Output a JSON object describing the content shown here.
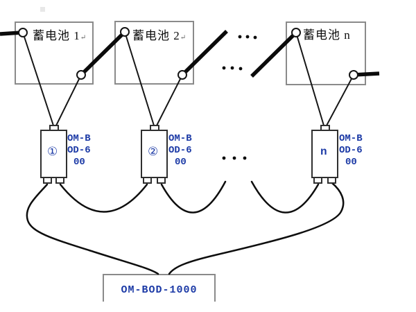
{
  "diagram": {
    "title_hint": "battery monitoring wiring diagram",
    "batteries": [
      {
        "label": "蓄电池 1",
        "mark": "↵"
      },
      {
        "label": "蓄电池 2",
        "mark": "↵"
      },
      {
        "label": "蓄电池 n",
        "mark": ""
      }
    ],
    "collectors": [
      {
        "number": "①",
        "model_lines": [
          "OM-B",
          "OD-6",
          "00"
        ]
      },
      {
        "number": "②",
        "model_lines": [
          "OM-B",
          "OD-6",
          "00"
        ]
      },
      {
        "number": "n",
        "model_lines": [
          "OM-B",
          "OD-6",
          "00"
        ]
      }
    ],
    "host": {
      "label": "OM-BOD-1000"
    },
    "colors": {
      "accent_blue": "#1c3aa6",
      "line_black": "#111111",
      "box_gray": "#8a8a8a"
    }
  }
}
